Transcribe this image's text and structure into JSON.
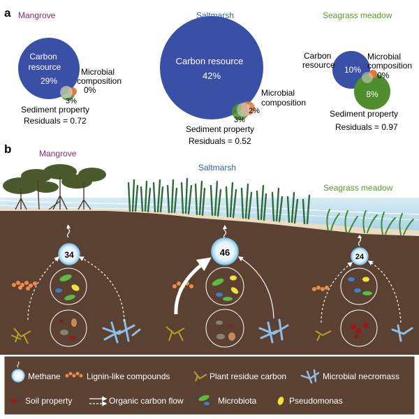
{
  "colors": {
    "mangrove": "#8b2a6e",
    "saltmarsh": "#2f5f9e",
    "seagrass": "#5a9a2a",
    "carbon_blue": "#3a4fa6",
    "sediment_green": "#4f8d2e",
    "microbial_orange": "#d9783a",
    "soil": "#5a4131",
    "sky": "#ffffff",
    "water": "#bcdceb"
  },
  "panel_a": {
    "label": "a",
    "mangrove": {
      "title": "Mangrove",
      "carbon_label_1": "Carbon",
      "carbon_label_2": "resource",
      "carbon_value": "29%",
      "microbial_label_1": "Microbial",
      "microbial_label_2": "composition",
      "microbial_value": "0%",
      "sediment_value": "3%",
      "sediment_label": "Sediment property",
      "residuals": "Residuals = 0.72"
    },
    "saltmarsh": {
      "title": "Saltmarsh",
      "carbon_label": "Carbon resource",
      "carbon_value": "42%",
      "microbial_label_1": "Microbial",
      "microbial_label_2": "composition",
      "microbial_value": "2%",
      "sediment_value": "3%",
      "sediment_label": "Sediment property",
      "residuals": "Residuals = 0.52"
    },
    "seagrass": {
      "title": "Seagrass meadow",
      "carbon_label_1": "Carbon",
      "carbon_label_2": "resource",
      "carbon_value": "10%",
      "microbial_label_1": "Microbial",
      "microbial_label_2": "composition",
      "microbial_value": "0%",
      "sediment_value": "8%",
      "sediment_label": "Sediment property",
      "residuals": "Residuals = 0.97"
    }
  },
  "panel_b": {
    "label": "b",
    "mangrove_title": "Mangrove",
    "saltmarsh_title": "Saltmarsh",
    "seagrass_title": "Seagrass meadow",
    "methane_mangrove": "34",
    "methane_saltmarsh": "46",
    "methane_seagrass": "24"
  },
  "legend": {
    "methane": "Methane",
    "lignin": "Lignin-like compounds",
    "plant_residue": "Plant residue carbon",
    "microbial_necromass": "Microbial necromass",
    "soil_property": "Soil property",
    "organic_flow": "Organic carbon flow",
    "microbiota": "Microbiota",
    "pseudomonas": "Pseudomonas"
  }
}
